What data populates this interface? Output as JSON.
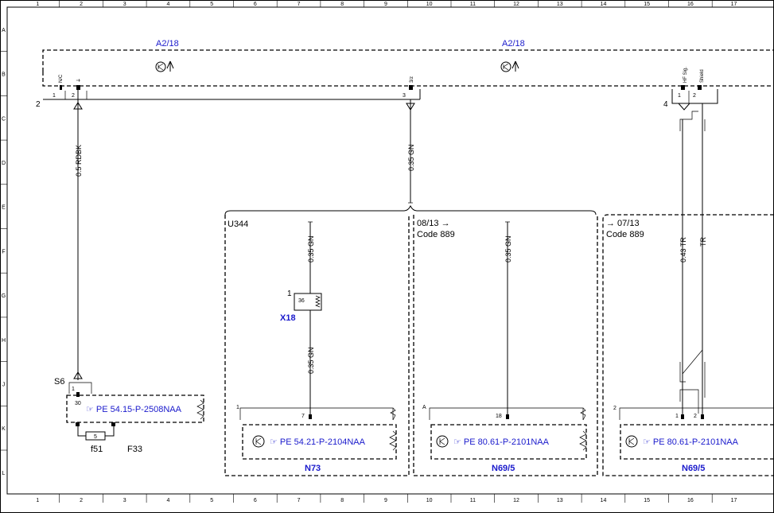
{
  "grid": {
    "columns": [
      "1",
      "2",
      "3",
      "4",
      "5",
      "6",
      "7",
      "8",
      "9",
      "10",
      "11",
      "12",
      "13",
      "14",
      "15",
      "16",
      "17"
    ],
    "rows": [
      "A",
      "B",
      "C",
      "D",
      "E",
      "F",
      "G",
      "H",
      "J",
      "K",
      "L"
    ]
  },
  "top_module": {
    "label_left": "A2/18",
    "label_right": "A2/18",
    "connector_num": "2",
    "connector_right_num": "4",
    "pin_labels": {
      "p1": "1",
      "p2": "2",
      "p3": "3",
      "p4_1": "1",
      "p4_2": "2"
    },
    "pin_names": {
      "nc": "N/C",
      "gnd": "⏚",
      "p3": "3/z",
      "hf": "HF Sig.",
      "shield": "Shield"
    }
  },
  "wires": {
    "w1": "0.5 RDBK",
    "w2": "0.35 GN",
    "w3": "0.35 GN",
    "w4": "0.35 GN",
    "w5": "0.35 GN",
    "w6": "0.43 TR",
    "w7": "TR"
  },
  "boxes": {
    "u344": "U344",
    "date1": "08/13 →",
    "code1": "Code 889",
    "date2": "→ 07/13",
    "code2": "Code 889"
  },
  "x18": {
    "label": "X18",
    "pin_num": "1",
    "pin": "36"
  },
  "s6": {
    "label": "S6",
    "pin_num": "1",
    "pin": "30",
    "fuse_box": "F33",
    "fuse_name": "f51",
    "fuse_val": "5",
    "ref": "PE 54.15-P-2508NAA"
  },
  "n73": {
    "label": "N73",
    "ref": "PE 54.21-P-2104NAA",
    "conn": "1",
    "pin": "7"
  },
  "n69_1": {
    "label": "N69/5",
    "ref": "PE 80.61-P-2101NAA",
    "conn": "A",
    "pin": "18"
  },
  "n69_2": {
    "label": "N69/5",
    "ref": "PE 80.61-P-2101NAA",
    "conn": "2",
    "pin1": "1",
    "pin2": "2"
  },
  "colors": {
    "link": "#1a1acc",
    "line": "#000000"
  }
}
